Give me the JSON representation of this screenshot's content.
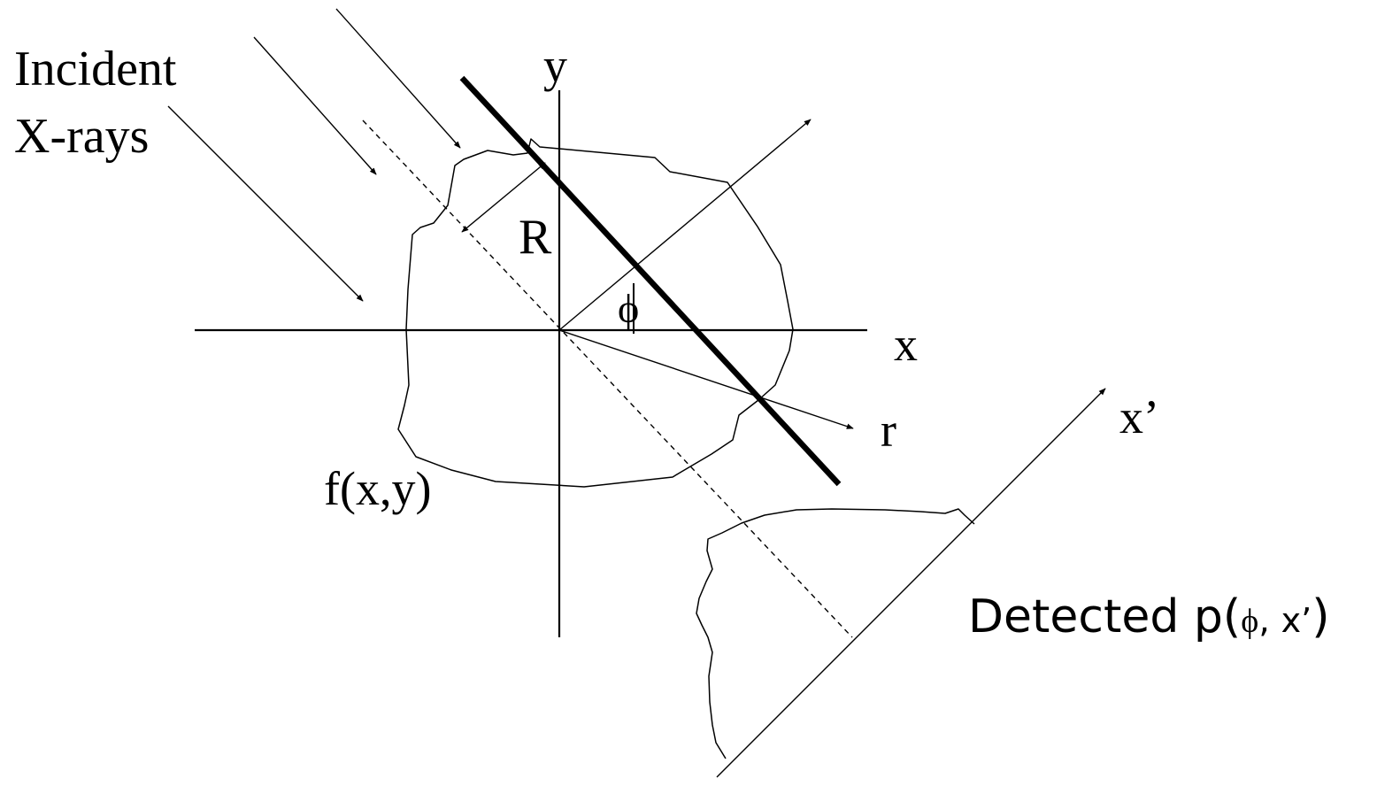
{
  "labels": {
    "incident_line1": "Incident",
    "incident_line2": "X-rays",
    "y_axis": "y",
    "x_axis": "x",
    "r_axis": "r",
    "x_prime_axis": "x’",
    "radius": "R",
    "angle": "ϕ",
    "object_function": "f(x,y)",
    "detected_prefix": "Detected ",
    "projection_p": "p(",
    "projection_phi": "ϕ",
    "projection_comma": ", ",
    "projection_x": "x",
    "projection_prime": "’",
    "projection_close": ")"
  },
  "colors": {
    "ink": "#000000",
    "background": "#ffffff"
  }
}
